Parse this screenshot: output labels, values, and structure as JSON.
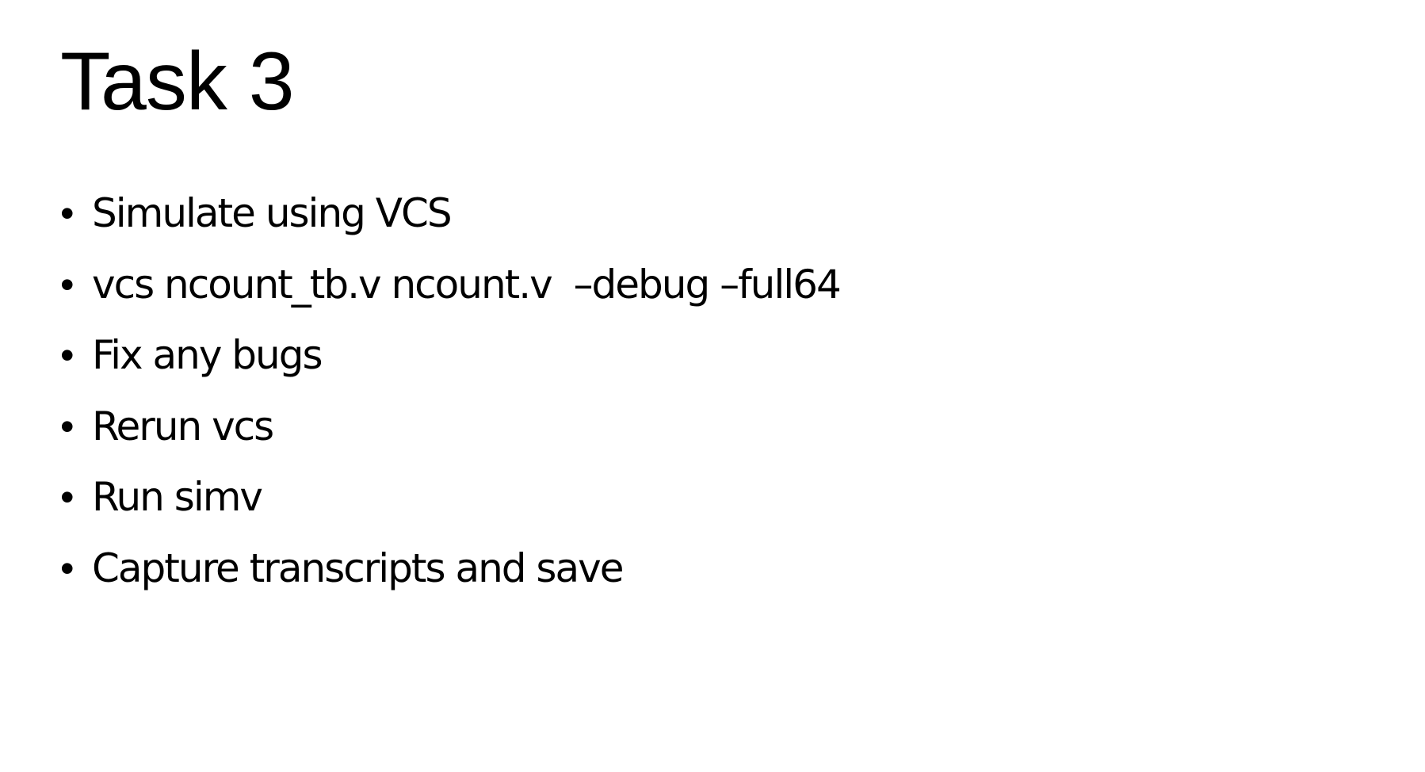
{
  "slide": {
    "title": "Task 3",
    "bullet_icon": "bullet-dot",
    "bullets": [
      "Simulate using VCS",
      "vcs ncount_tb.v ncount.v  –debug –full64",
      "Fix any bugs",
      "Rerun vcs",
      "Run simv",
      "Capture transcripts and save"
    ]
  }
}
